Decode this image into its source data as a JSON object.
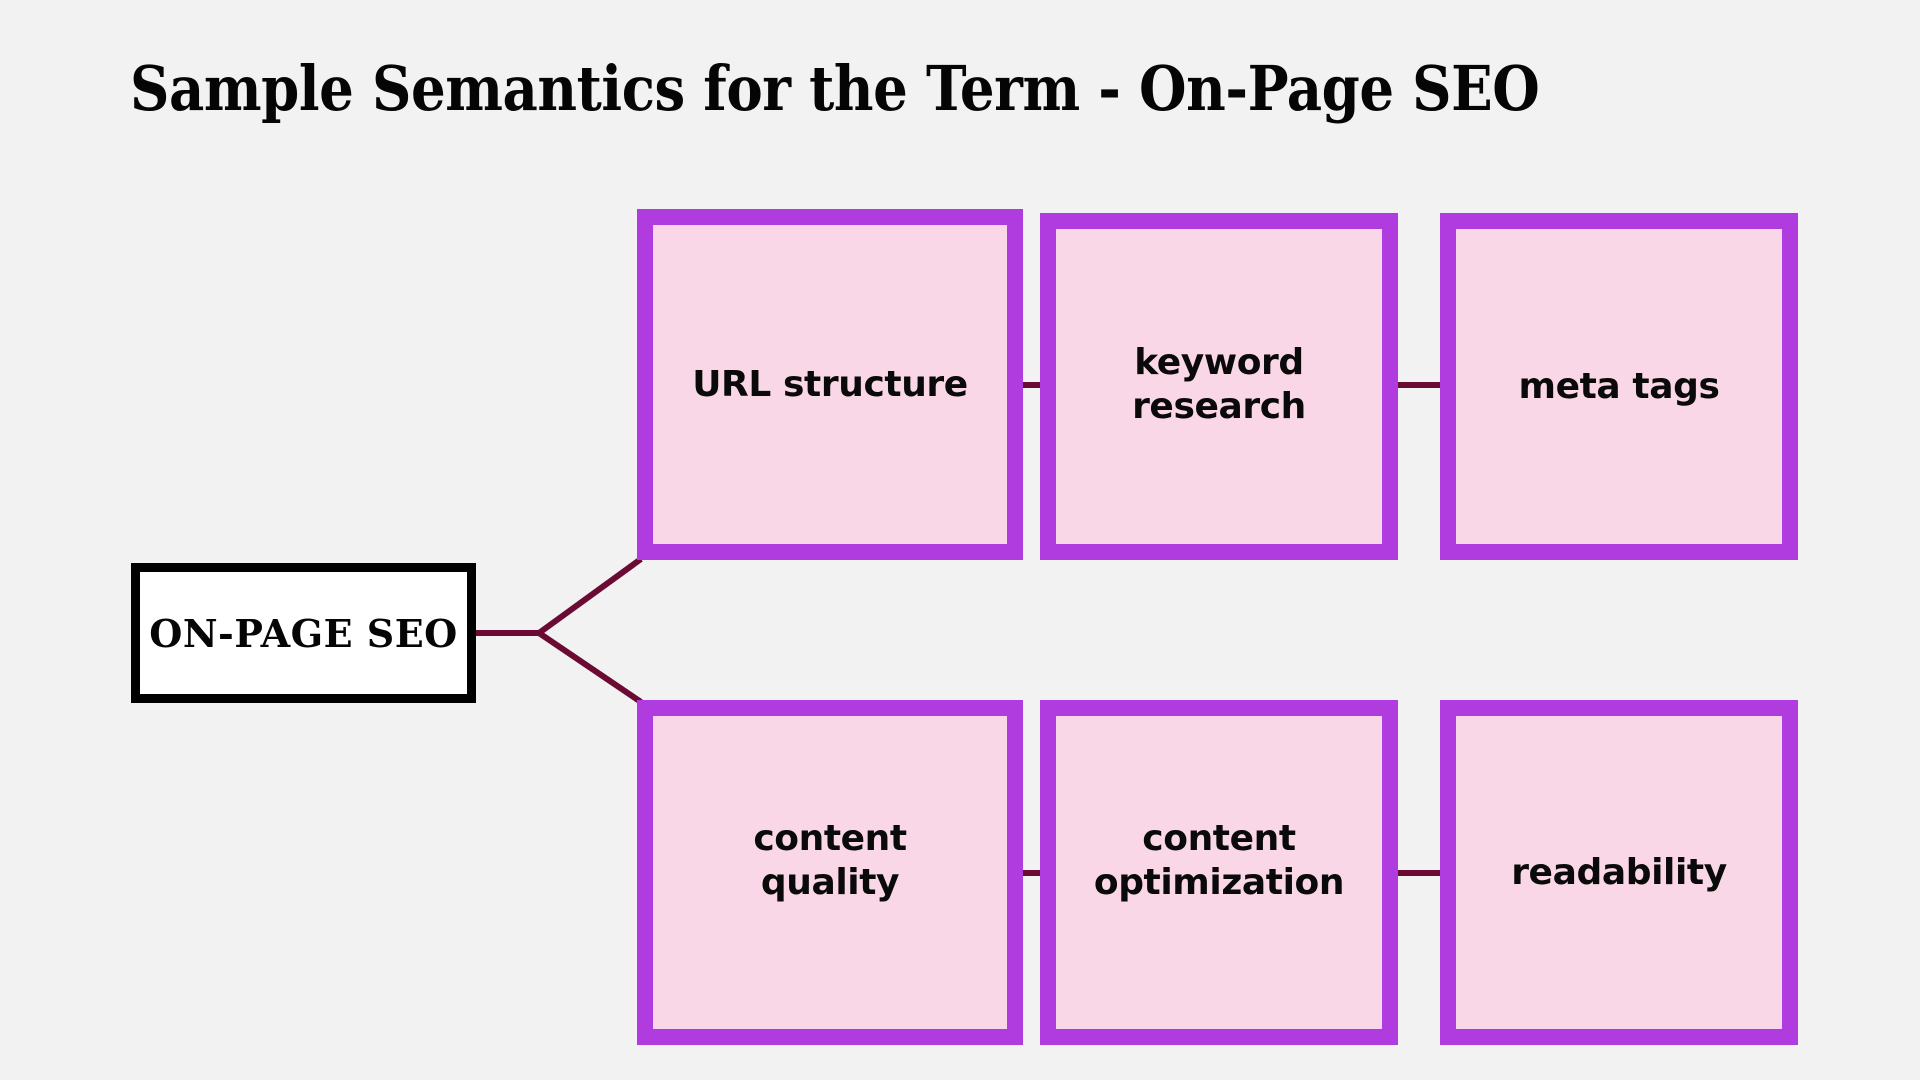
{
  "page": {
    "background_color": "#f2f2f2",
    "title": "Sample Semantics for the Term - On-Page SEO"
  },
  "colors": {
    "background": "#f2f2f2",
    "box_border": "#b03ce0",
    "box_fill": "#fad7e6",
    "connector": "#6b0a32",
    "root_border": "#000000",
    "root_fill": "#ffffff",
    "text": "#0a0a0a"
  },
  "diagram": {
    "type": "mind-map",
    "root": {
      "label": "ON-PAGE SEO"
    },
    "branches": [
      {
        "name": "top-branch",
        "nodes": [
          {
            "id": "url-structure",
            "label": "URL structure"
          },
          {
            "id": "keyword-research",
            "label": "keyword\nresearch"
          },
          {
            "id": "meta-tags",
            "label": "meta tags"
          }
        ]
      },
      {
        "name": "bottom-branch",
        "nodes": [
          {
            "id": "content-quality",
            "label": "content\nquality"
          },
          {
            "id": "content-optimization",
            "label": "content\noptimization"
          },
          {
            "id": "readability",
            "label": "readability"
          }
        ]
      }
    ],
    "connectors": [
      {
        "from": "root",
        "to": "url-structure",
        "style": "diagonal"
      },
      {
        "from": "root",
        "to": "content-quality",
        "style": "diagonal"
      },
      {
        "from": "url-structure",
        "to": "keyword-research",
        "style": "horizontal"
      },
      {
        "from": "keyword-research",
        "to": "meta-tags",
        "style": "horizontal"
      },
      {
        "from": "content-quality",
        "to": "content-optimization",
        "style": "horizontal"
      },
      {
        "from": "content-optimization",
        "to": "readability",
        "style": "horizontal"
      }
    ]
  }
}
